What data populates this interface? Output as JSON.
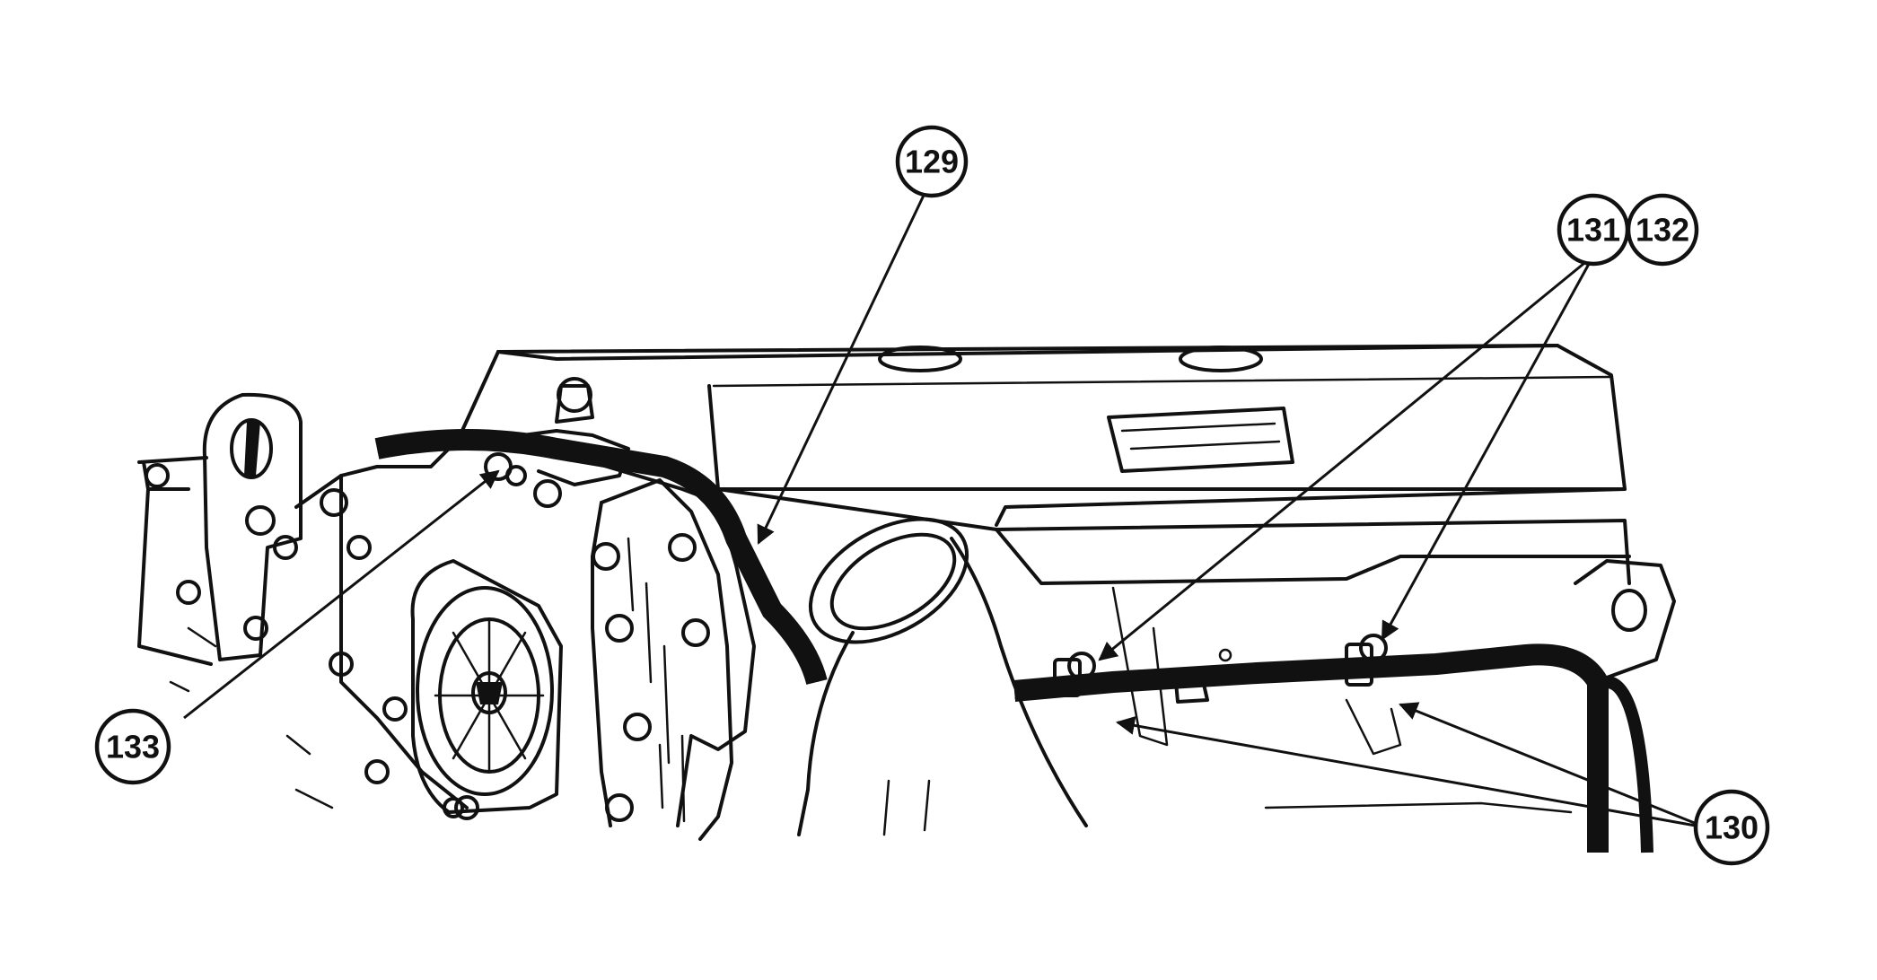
{
  "callouts": [
    {
      "id": "c129",
      "label": "129"
    },
    {
      "id": "c131",
      "label": "131"
    },
    {
      "id": "c132",
      "label": "132"
    },
    {
      "id": "c133",
      "label": "133"
    },
    {
      "id": "c130",
      "label": "130"
    }
  ],
  "parts": {
    "engine": "engine-block-icon",
    "transmission": "transmission-icon",
    "harness": "wiring-harness-icon",
    "clamp": "harness-clamp-icon"
  }
}
